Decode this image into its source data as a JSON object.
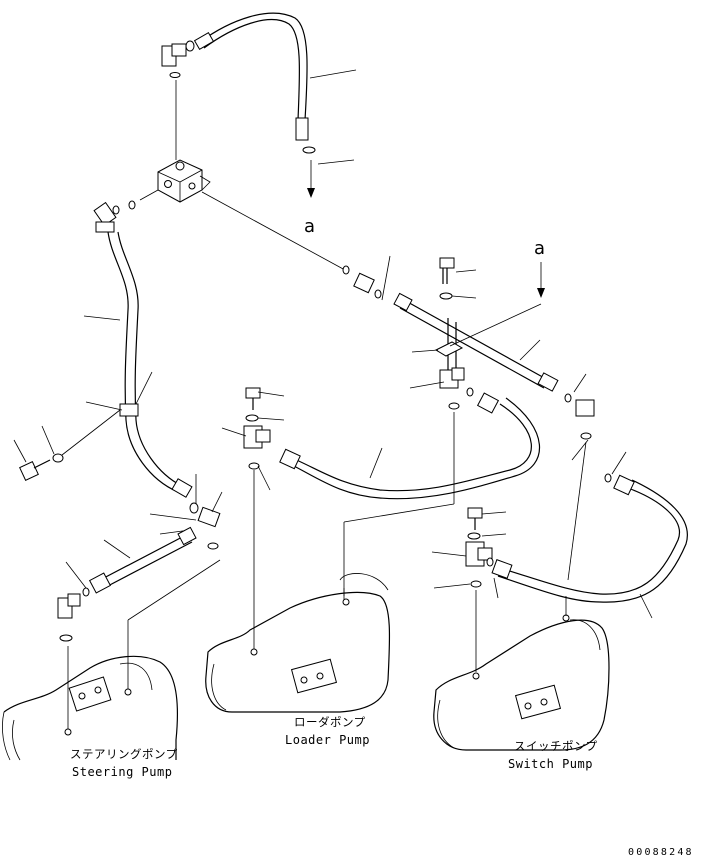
{
  "labels": {
    "ref_a_top": "a",
    "ref_a_right": "a",
    "steering_jp": "ステアリングポンプ",
    "steering_en": "Steering Pump",
    "loader_jp": "ローダポンプ",
    "loader_en": "Loader Pump",
    "switch_jp": "スイッチポンプ",
    "switch_en": "Switch Pump",
    "drawing_code": "00088248"
  }
}
